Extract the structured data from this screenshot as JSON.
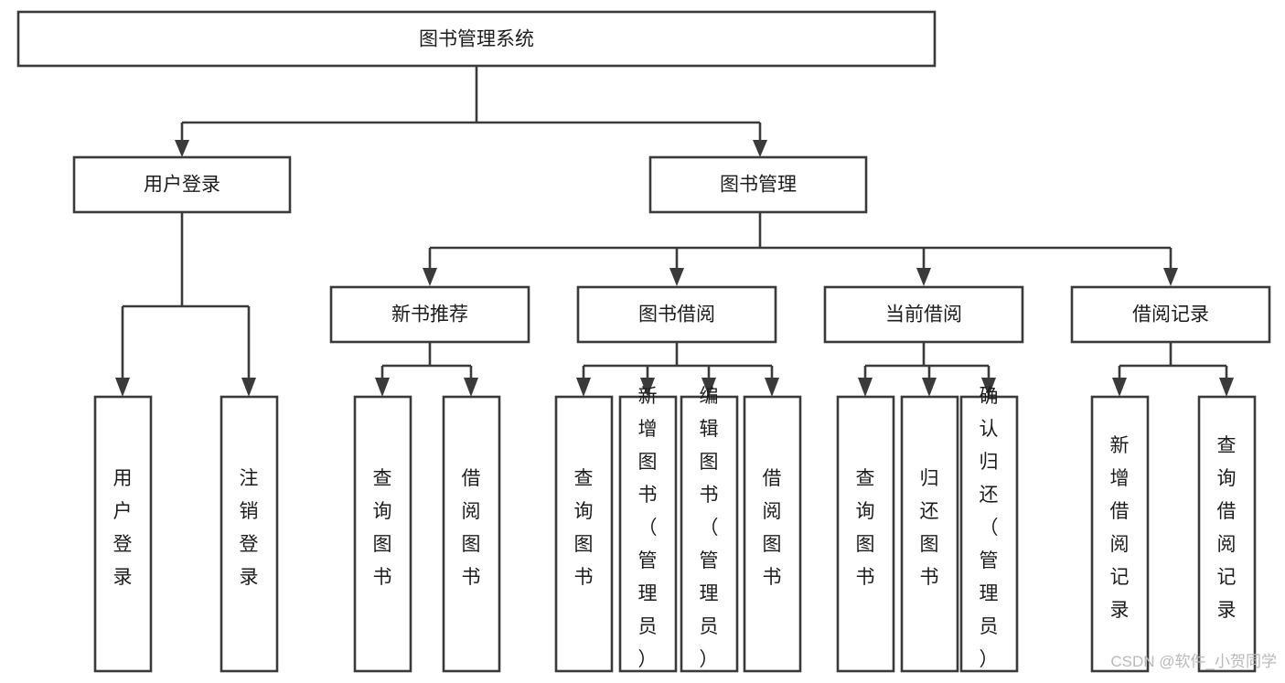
{
  "diagram": {
    "title": "图书管理系统",
    "type": "hierarchy-tree",
    "root": {
      "id": "root",
      "label": "图书管理系统",
      "orientation": "horizontal"
    },
    "level1": [
      {
        "id": "user-login",
        "label": "用户登录",
        "orientation": "horizontal"
      },
      {
        "id": "book-management",
        "label": "图书管理",
        "orientation": "horizontal"
      }
    ],
    "level2": [
      {
        "id": "new-book-recommend",
        "label": "新书推荐",
        "parent": "book-management",
        "orientation": "horizontal"
      },
      {
        "id": "book-borrow",
        "label": "图书借阅",
        "parent": "book-management",
        "orientation": "horizontal"
      },
      {
        "id": "current-borrow",
        "label": "当前借阅",
        "parent": "book-management",
        "orientation": "horizontal"
      },
      {
        "id": "borrow-record",
        "label": "借阅记录",
        "parent": "book-management",
        "orientation": "horizontal"
      }
    ],
    "leaves": [
      {
        "id": "leaf-user-login",
        "label": "用户登录",
        "parent": "user-login",
        "orientation": "vertical"
      },
      {
        "id": "leaf-user-logout",
        "label": "注销登录",
        "parent": "user-login",
        "orientation": "vertical"
      },
      {
        "id": "leaf-query-book-1",
        "label": "查询图书",
        "parent": "new-book-recommend",
        "orientation": "vertical"
      },
      {
        "id": "leaf-borrow-book-1",
        "label": "借阅图书",
        "parent": "new-book-recommend",
        "orientation": "vertical"
      },
      {
        "id": "leaf-query-book-2",
        "label": "查询图书",
        "parent": "book-borrow",
        "orientation": "vertical"
      },
      {
        "id": "leaf-add-book",
        "label": "新增图书（管理员）",
        "parent": "book-borrow",
        "orientation": "vertical"
      },
      {
        "id": "leaf-edit-book",
        "label": "编辑图书（管理员）",
        "parent": "book-borrow",
        "orientation": "vertical"
      },
      {
        "id": "leaf-borrow-book-2",
        "label": "借阅图书",
        "parent": "book-borrow",
        "orientation": "vertical"
      },
      {
        "id": "leaf-query-book-3",
        "label": "查询图书",
        "parent": "current-borrow",
        "orientation": "vertical"
      },
      {
        "id": "leaf-return-book",
        "label": "归还图书",
        "parent": "current-borrow",
        "orientation": "vertical"
      },
      {
        "id": "leaf-confirm-return",
        "label": "确认归还（管理员）",
        "parent": "current-borrow",
        "orientation": "vertical"
      },
      {
        "id": "leaf-add-record",
        "label": "新增借阅记录",
        "parent": "borrow-record",
        "orientation": "vertical"
      },
      {
        "id": "leaf-query-record",
        "label": "查询借阅记录",
        "parent": "borrow-record",
        "orientation": "vertical"
      }
    ]
  },
  "watermark": {
    "text": "CSDN @软件_小贺同学"
  },
  "colors": {
    "stroke": "#3a3a3a",
    "fill": "#ffffff",
    "text": "#1c1c1c",
    "watermark": "#b9b9b9"
  }
}
